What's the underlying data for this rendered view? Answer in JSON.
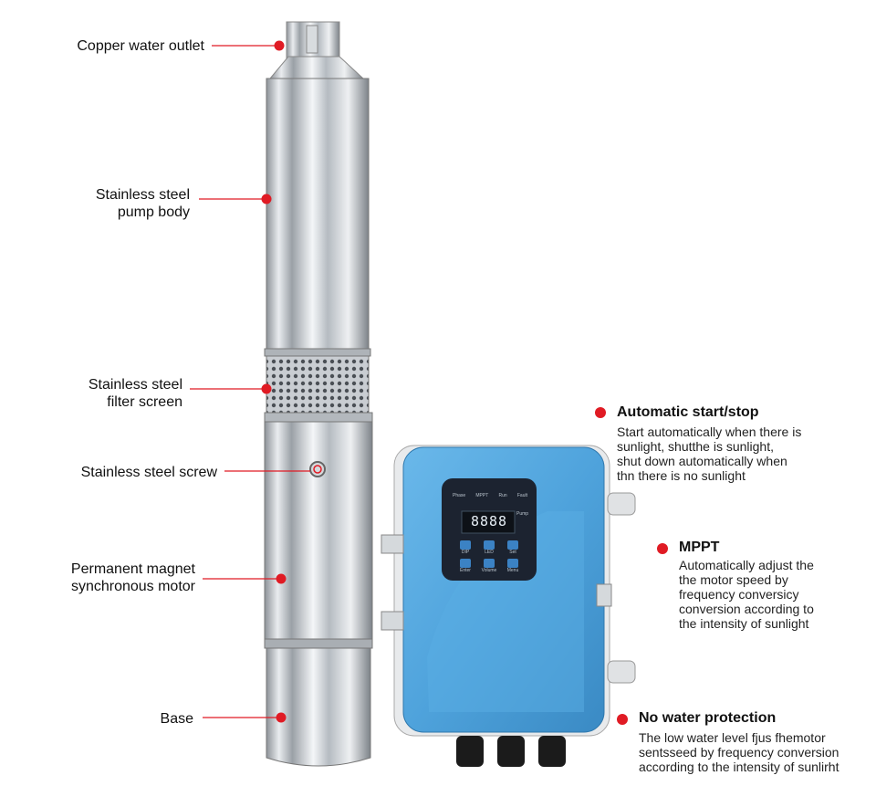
{
  "callouts": [
    {
      "id": "copper-water-outlet",
      "lines": [
        "Copper water outlet"
      ]
    },
    {
      "id": "stainless-steel-pump-body",
      "lines": [
        "Stainless steel",
        "pump body"
      ]
    },
    {
      "id": "stainless-steel-filter-screen",
      "lines": [
        "Stainless steel",
        "filter screen"
      ]
    },
    {
      "id": "stainless-steel-screw",
      "lines": [
        "Stainless steel screw"
      ]
    },
    {
      "id": "permanent-magnet-synchronous-motor",
      "lines": [
        "Permanent magnet",
        "synchronous motor"
      ]
    },
    {
      "id": "base",
      "lines": [
        "Base"
      ]
    }
  ],
  "features": [
    {
      "id": "automatic-start-stop",
      "title": "Automatic start/stop",
      "lines": [
        "Start automatically when there is",
        "sunlight, shutthe is sunlight,",
        "shut down automatically when",
        "thn there is no sunlight"
      ]
    },
    {
      "id": "mppt",
      "title": "MPPT",
      "lines": [
        "Automatically adjust the",
        "the motor speed by",
        "frequency conversicy",
        "conversion according to",
        "the intensity of sunlight"
      ]
    },
    {
      "id": "no-water-protection",
      "title": "No water protection",
      "lines": [
        "The low water level fjus fhemotor",
        "sentsseed by frequency conversion",
        "according to the intensity of sunlirht"
      ]
    }
  ],
  "controller": {
    "display": "8888",
    "top_labels": [
      "Phase",
      "MPPT",
      "Run",
      "Fault"
    ],
    "button_labels": [
      "DIP",
      "LED",
      "Set",
      "Enter",
      "Volume",
      "Menu"
    ],
    "side_label": "Pump"
  },
  "colors": {
    "accent_red": "#e01b24",
    "controller_blue": "#4fa3dc",
    "panel_dark": "#1c2330",
    "steel": "#c8ccd0"
  }
}
